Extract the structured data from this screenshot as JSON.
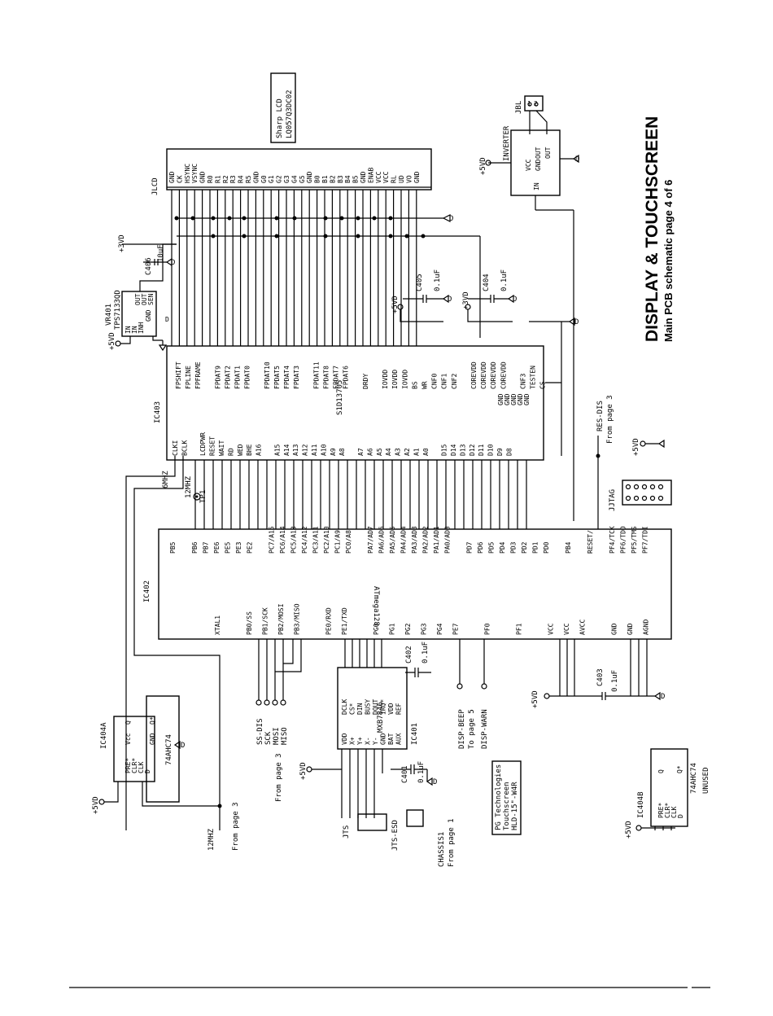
{
  "title": "DISPLAY & TOUCHSCREEN",
  "subtitle": "Main PCB schematic page 4 of 6",
  "components": {
    "lcd_part": "Sharp LCD",
    "lcd_model": "LQ057Q3DC02",
    "jlcd": "JLCD",
    "jbl": "JBL",
    "inverter": "INVERTER",
    "inv_in": "IN",
    "inv_out1": "OUT",
    "inv_out2": "OUT",
    "inv_vcc": "VCC",
    "inv_gnd": "GND",
    "vr401": "VR401",
    "vr401_part": "TPS7133QD",
    "c406": "C406",
    "c406_val": "10uF",
    "c405": "C405",
    "c405_val": "0.1uF",
    "c404": "C404",
    "c404_val": "0.1uF",
    "c403": "C403",
    "c403_val": "0.1uF",
    "c402": "C402",
    "c402_val": "0.1uF",
    "c401": "C401",
    "c401_val": "0.1uF",
    "ic403": "IC403",
    "ic403_part": "S1D13705",
    "ic402": "IC402",
    "ic402_part": "ATmega128",
    "ic401": "IC401",
    "ic401_part": "MXB7846",
    "ic404a": "IC404A",
    "ic404b": "IC404B",
    "ic404_part": "74AHC74",
    "jjtag": "JJTAG",
    "jts": "JTS",
    "jts_esd": "JTS-ESD",
    "chassis": "CHASSIS1",
    "tp1": "TP1",
    "unused": "UNUSED"
  },
  "nets": {
    "p5vd": "+5VD",
    "p3vd": "+3VD",
    "gnd": "D",
    "mhz12": "12MHZ",
    "mhz6": "6MHZ",
    "res_dis": "RES-DIS",
    "from_page3": "From page 3",
    "from_page1": "From page 1",
    "to_page5": "To page 5",
    "disp_beep": "DISP-BEEP",
    "disp_warn": "DISP-WARN",
    "ss_dis": "SS-DIS",
    "sck": "SCK",
    "mosi": "MOSI",
    "miso": "MISO",
    "xtal1": "XTAL1",
    "reset": "RESET/",
    "pg_tech": "PG Technologies",
    "touchscreen": "Touchscreen",
    "hld": "HLD-15\"-W4R"
  },
  "jlcd_pins": [
    "GND",
    "CK",
    "HSYNC",
    "VSYNC",
    "GND",
    "R0",
    "R1",
    "R2",
    "R3",
    "R4",
    "R5",
    "GND",
    "G0",
    "G1",
    "G2",
    "G3",
    "G4",
    "G5",
    "GND",
    "B0",
    "B1",
    "B2",
    "B3",
    "B4",
    "B5",
    "GND",
    "ENAB",
    "VCC",
    "VCC",
    "RL",
    "UD",
    "VO",
    "GND"
  ],
  "ic403_left": [
    "FPSHIFT",
    "FPLINE",
    "FPFRAME",
    "",
    "FPDAT9",
    "FPDAT2",
    "FPDAT1",
    "FPDAT0",
    "",
    "FPDAT10",
    "FPDAT5",
    "FPDAT4",
    "FPDAT3",
    "",
    "FPDAT11",
    "FPDAT8",
    "FPDAT7",
    "FPDAT6",
    "",
    "DRDY",
    "",
    "IOVDD",
    "IOVDD",
    "IOVDD",
    "BS",
    "WR",
    "CNF0",
    "CNF1",
    "CNF2",
    "",
    "COREVDD",
    "COREVDD",
    "COREVDD",
    "COREVDD",
    "",
    "CNF3",
    "TESTEN",
    "CS"
  ],
  "ic403_right": [
    "CLKI",
    "BCLK",
    "",
    "LCDPWR",
    "RESET",
    "WAIT",
    "RD",
    "WED",
    "BHE",
    "A16",
    "",
    "A15",
    "A14",
    "A13",
    "A12",
    "A11",
    "A10",
    "A9",
    "A8",
    "",
    "A7",
    "A6",
    "A5",
    "A4",
    "A3",
    "A2",
    "A1",
    "A0",
    "",
    "D15",
    "D14",
    "D13",
    "D12",
    "D11",
    "D10",
    "D9",
    "D8"
  ],
  "ic402_pins": [
    "PB5",
    "",
    "PB6",
    "PB7",
    "PE6",
    "PE5",
    "PE3",
    "PE2",
    "",
    "PC7/A15",
    "PC6/A14",
    "PC5/A13",
    "PC4/A12",
    "PC3/A11",
    "PC2/A10",
    "PC1/A9",
    "PC0/A8",
    "",
    "PA7/AD7",
    "PA6/AD6",
    "PA5/AD5",
    "PA4/AD4",
    "PA3/AD3",
    "PA2/AD2",
    "PA1/AD1",
    "PA0/AD0",
    "",
    "PD7",
    "PD6",
    "PD5",
    "PD4",
    "PD3",
    "PD2",
    "PD1",
    "PD0",
    "",
    "PB4",
    "",
    "RESET/",
    "",
    "PF4/TCK",
    "PF6/TDO",
    "PF5/TMS",
    "PF7/TDI"
  ],
  "ic402_bottom": [
    "XTAL1",
    "",
    "PB0/SS",
    "PB1/SCK",
    "PB2/MOSI",
    "PB3/MISO",
    "",
    "PE0/RXD",
    "PE1/TXD",
    "",
    "PG0",
    "PG1",
    "PG2",
    "PG3",
    "PG4",
    "PE7",
    "",
    "PF0",
    "",
    "PF1",
    "",
    "VCC",
    "VCC",
    "AVCC",
    "",
    "GND",
    "GND",
    "AGND"
  ],
  "ic401_pins_l": [
    "VDD",
    "X+",
    "Y+",
    "X-",
    "Y-",
    "GND",
    "BAT",
    "AUX"
  ],
  "ic401_pins_r": [
    "DCLK",
    "CS*",
    "DIN",
    "BUSY",
    "DOUT",
    "IRQ*",
    "VDD",
    "REF"
  ],
  "ic404_pins": [
    "PRE*",
    "CLR*",
    "CLK",
    "D",
    "Q",
    "Q*",
    "GND",
    "Vcc"
  ]
}
